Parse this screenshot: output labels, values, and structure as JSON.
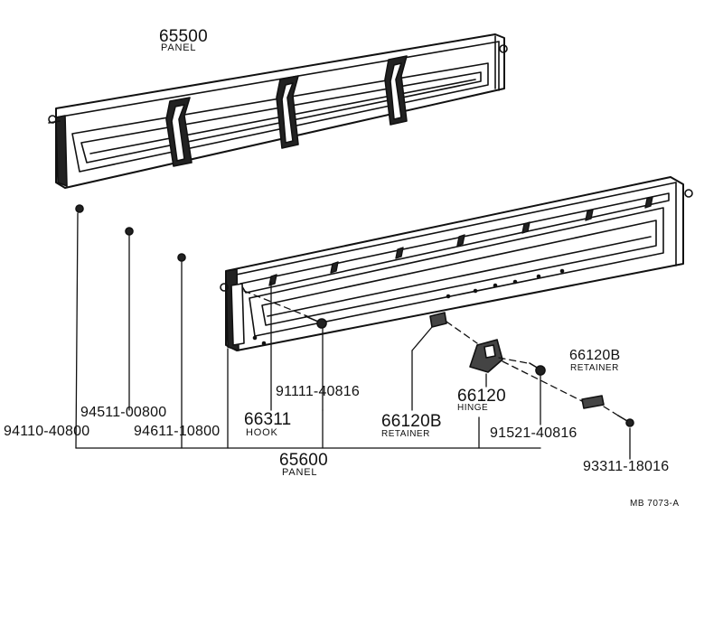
{
  "parts": {
    "p65500": {
      "number": "65500",
      "name": "PANEL"
    },
    "p94511": {
      "number": "94511-00800"
    },
    "p94110": {
      "number": "94110-40800"
    },
    "p94611": {
      "number": "94611-10800"
    },
    "p91111": {
      "number": "91111-40816"
    },
    "p66311": {
      "number": "66311",
      "name": "HOOK"
    },
    "p65600": {
      "number": "65600",
      "name": "PANEL"
    },
    "p66120B_a": {
      "number": "66120B",
      "name": "RETAINER"
    },
    "p66120": {
      "number": "66120",
      "name": "HINGE"
    },
    "p91521": {
      "number": "91521-40816"
    },
    "p66120B_b": {
      "number": "66120B",
      "name": "RETAINER"
    },
    "p93311": {
      "number": "93311-18016"
    }
  },
  "reference": "MB 7073-A"
}
